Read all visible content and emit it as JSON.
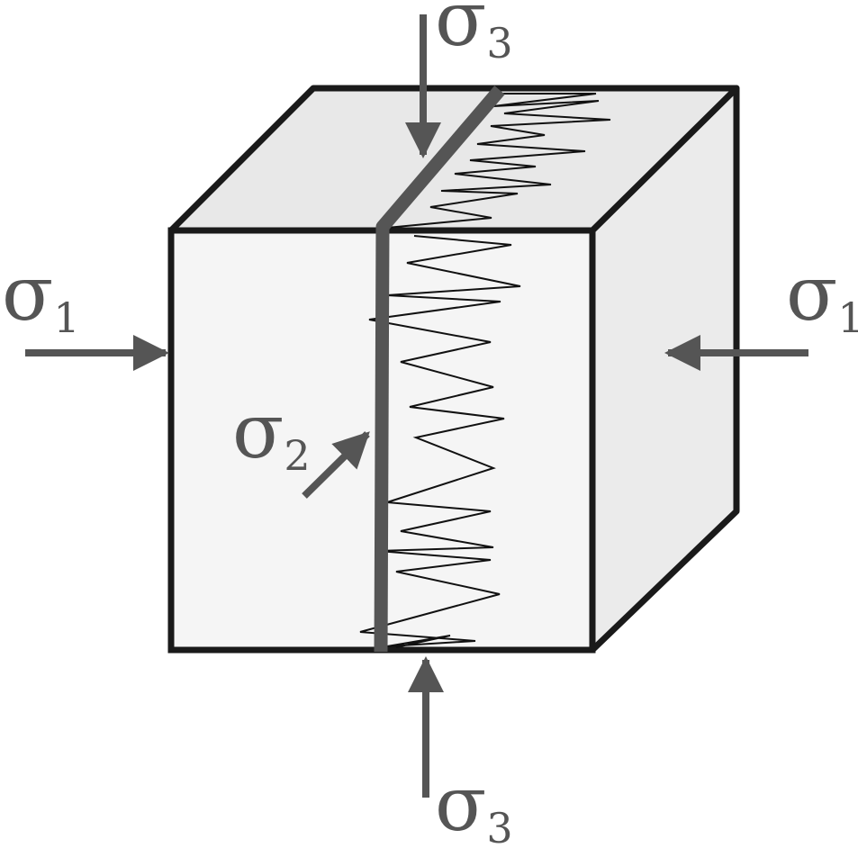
{
  "diagram": {
    "labels": {
      "sigma3_top": {
        "symbol": "σ",
        "subscript": "3"
      },
      "sigma1_left": {
        "symbol": "σ",
        "subscript": "1"
      },
      "sigma1_right": {
        "symbol": "σ",
        "subscript": "1"
      },
      "sigma2": {
        "symbol": "σ",
        "subscript": "2"
      },
      "sigma3_bottom": {
        "symbol": "σ",
        "subscript": "3"
      }
    },
    "colors": {
      "outline": "#1a1a1a",
      "front_face": "#f5f5f5",
      "top_face": "#e8e8e8",
      "side_face": "#ebebeb",
      "arrow": "#555555",
      "fracture_plane": "#555555",
      "crack": "#111111"
    }
  }
}
